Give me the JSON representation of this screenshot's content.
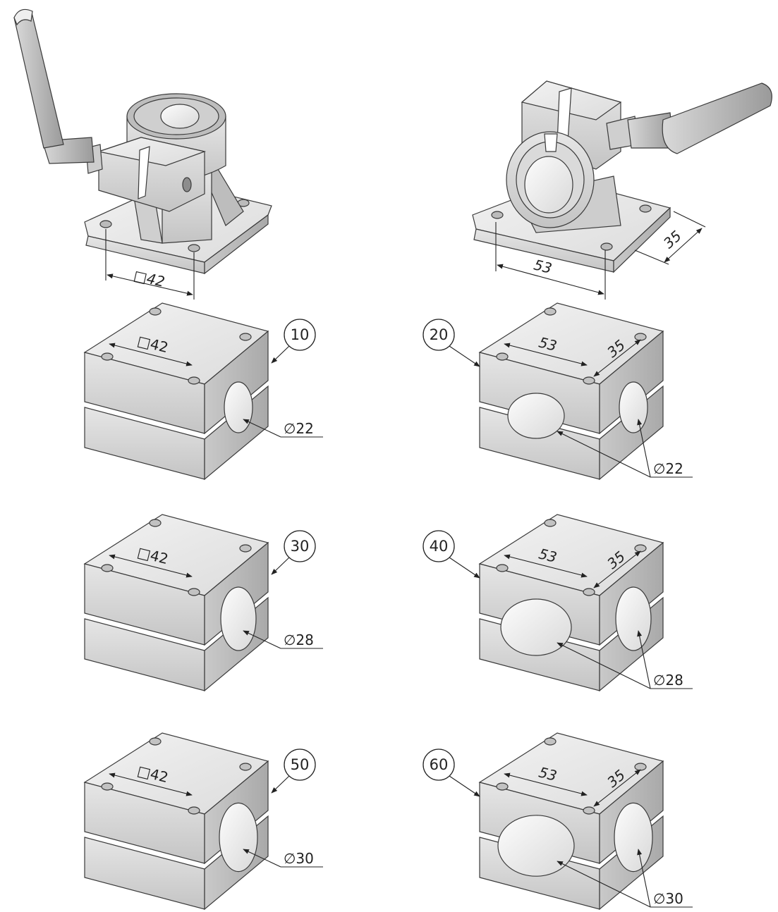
{
  "assemblies": {
    "left": {
      "square_dim": "□42"
    },
    "right": {
      "length_dim": "53",
      "width_dim": "35"
    }
  },
  "blocks": [
    {
      "id": "10",
      "style": "square",
      "dim_main": "□42",
      "diameter": "∅22"
    },
    {
      "id": "20",
      "style": "rect",
      "dim_main": "53",
      "dim_side": "35",
      "diameter": "∅22"
    },
    {
      "id": "30",
      "style": "square",
      "dim_main": "□42",
      "diameter": "∅28"
    },
    {
      "id": "40",
      "style": "rect",
      "dim_main": "53",
      "dim_side": "35",
      "diameter": "∅28"
    },
    {
      "id": "50",
      "style": "square",
      "dim_main": "□42",
      "diameter": "∅30"
    },
    {
      "id": "60",
      "style": "rect",
      "dim_main": "53",
      "dim_side": "35",
      "diameter": "∅30"
    }
  ]
}
